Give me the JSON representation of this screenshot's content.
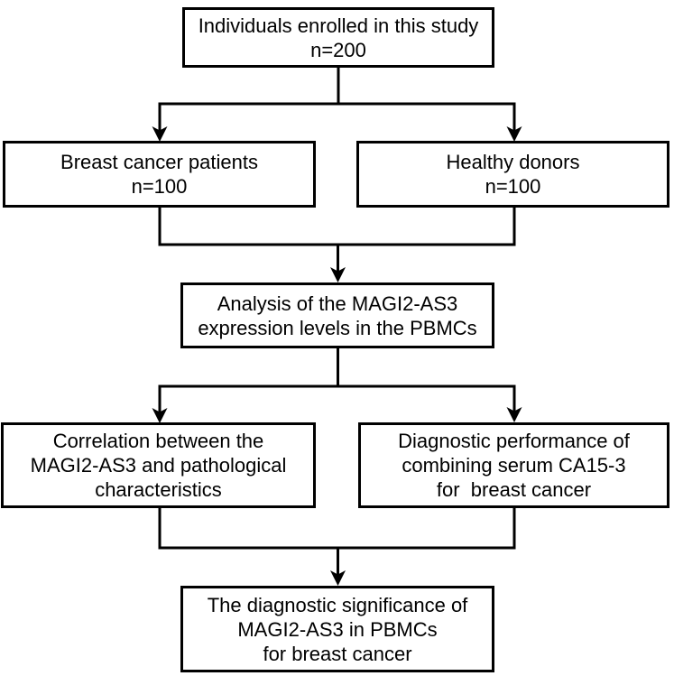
{
  "colors": {
    "background": "#ffffff",
    "box_border": "#000000",
    "box_fill": "#ffffff",
    "line": "#000000",
    "text": "#000000"
  },
  "flowchart": {
    "nodes": [
      {
        "id": "enrolled",
        "text": "Individuals enrolled in this study\nn=200"
      },
      {
        "id": "breast-cancer-patients",
        "text": "Breast cancer patients\nn=100"
      },
      {
        "id": "healthy-donors",
        "text": "Healthy donors\nn=100"
      },
      {
        "id": "magi2-as3-analysis",
        "text": "Analysis of the MAGI2-AS3\nexpression levels in the PBMCs"
      },
      {
        "id": "correlation",
        "text": "Correlation between the\nMAGI2-AS3 and pathological\ncharacteristics"
      },
      {
        "id": "diagnostic-performance",
        "text": "Diagnostic performance of\ncombining serum CA15-3\nfor  breast cancer"
      },
      {
        "id": "diagnostic-significance",
        "text": "The diagnostic significance of\nMAGI2-AS3 in PBMCs\nfor breast cancer"
      }
    ],
    "edges": [
      {
        "from": "enrolled",
        "to": "breast-cancer-patients"
      },
      {
        "from": "enrolled",
        "to": "healthy-donors"
      },
      {
        "from": "breast-cancer-patients",
        "to": "magi2-as3-analysis"
      },
      {
        "from": "healthy-donors",
        "to": "magi2-as3-analysis"
      },
      {
        "from": "magi2-as3-analysis",
        "to": "correlation"
      },
      {
        "from": "magi2-as3-analysis",
        "to": "diagnostic-performance"
      },
      {
        "from": "correlation",
        "to": "diagnostic-significance"
      },
      {
        "from": "diagnostic-performance",
        "to": "diagnostic-significance"
      }
    ]
  }
}
